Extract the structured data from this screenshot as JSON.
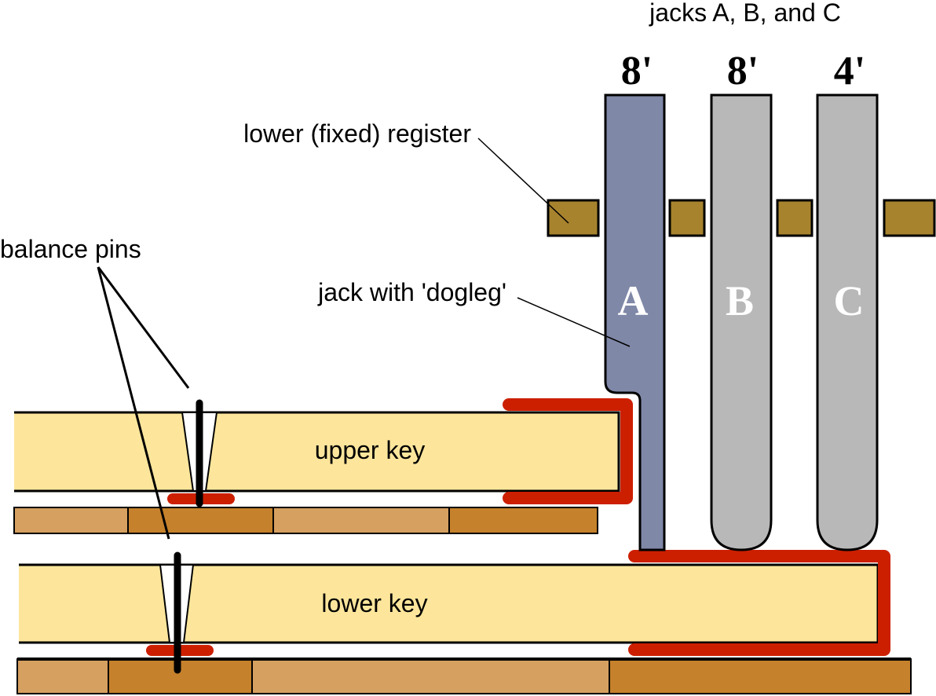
{
  "labels": {
    "jacks_title": "jacks A, B, and C",
    "lower_register": "lower (fixed) register",
    "balance_pins": "balance pins",
    "jack_dogleg": "jack with 'dogleg'",
    "upper_key": "upper key",
    "lower_key": "lower key"
  },
  "jacks": [
    {
      "letter": "A",
      "pitch": "8'",
      "color": "#8088a8"
    },
    {
      "letter": "B",
      "pitch": "8'",
      "color": "#b8b8b8"
    },
    {
      "letter": "C",
      "pitch": "4'",
      "color": "#b8b8b8"
    }
  ],
  "colors": {
    "key": "#fde69c",
    "register": "#a8832e",
    "cloth": "#cc1f00",
    "frame_light": "#d6a060",
    "frame_dark": "#c5812b"
  }
}
